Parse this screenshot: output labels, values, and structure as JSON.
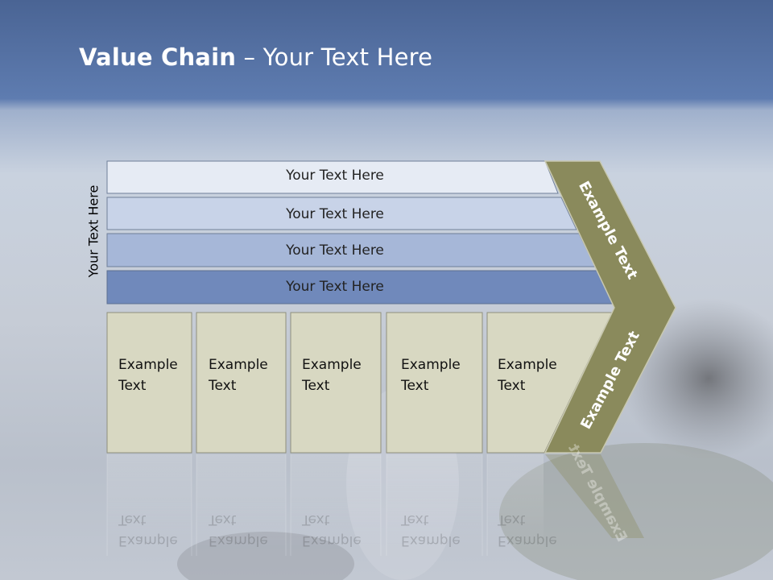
{
  "slide": {
    "title_bold": "Value Chain",
    "title_rest": " – Your Text Here",
    "side_label": "Your Text Here"
  },
  "bars": [
    {
      "label": "Your Text Here"
    },
    {
      "label": "Your Text Here"
    },
    {
      "label": "Your Text Here"
    },
    {
      "label": "Your Text Here"
    }
  ],
  "boxes": [
    {
      "line1": "Example",
      "line2": "Text"
    },
    {
      "line1": "Example",
      "line2": "Text"
    },
    {
      "line1": "Example",
      "line2": "Text"
    },
    {
      "line1": "Example",
      "line2": "Text"
    },
    {
      "line1": "Example",
      "line2": "Text"
    }
  ],
  "chevron": {
    "upper_label": "Example Text",
    "lower_label": "Example Text"
  },
  "colors": {
    "header_blue": "#5a78aa",
    "bar1": "#e6ebf4",
    "bar2": "#c8d3e8",
    "bar3": "#a6b7d8",
    "bar4": "#7089bb",
    "box_fill": "#d8d8c2",
    "chevron": "#8a8a5c"
  }
}
